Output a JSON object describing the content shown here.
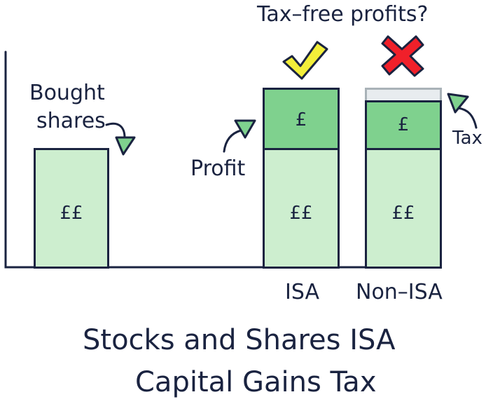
{
  "header": {
    "question": "Tax–free profits?"
  },
  "labels": {
    "bought": "Bought",
    "shares": "shares",
    "profit": "Profit",
    "tax": "Tax",
    "isa": "ISA",
    "non_isa": "Non–ISA"
  },
  "symbols": {
    "base": "££",
    "profit": "£"
  },
  "title": {
    "line1": "Stocks and Shares ISA",
    "line2": "Capital Gains Tax"
  },
  "icons": {
    "isa_mark": "check-icon",
    "non_isa_mark": "cross-icon"
  },
  "colors": {
    "ink": "#1a2340",
    "base_fill": "#cdeecf",
    "profit_fill": "#7fd18e",
    "check": "#f2ee3a",
    "cross": "#f0202a",
    "tax_gap": "#e8ecef"
  }
}
